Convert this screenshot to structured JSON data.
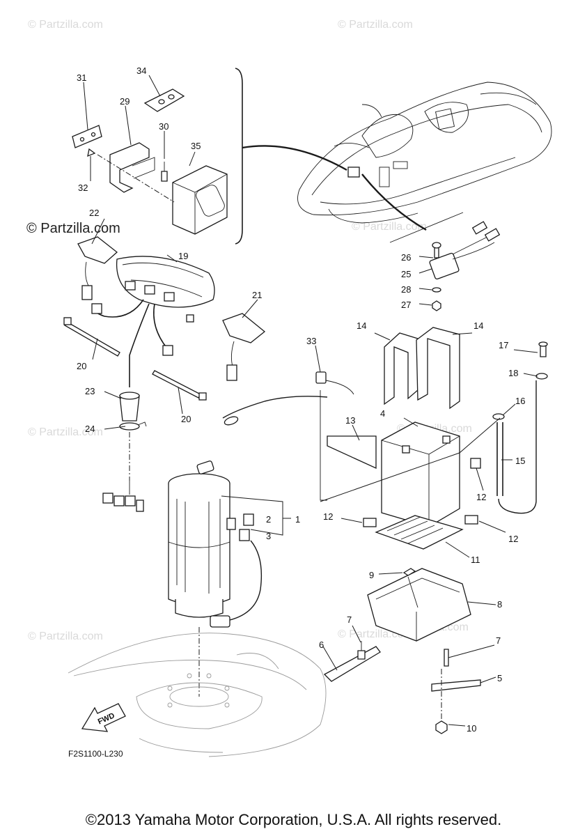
{
  "watermarks": {
    "w1": "© Partzilla.com",
    "w2": "© Partzilla.com",
    "w3": "© Partzilla.com",
    "w4": "© Partzilla.com",
    "w5": "© Partzilla.com",
    "w6": "© Partzilla.com",
    "w7": "© Partzilla.com",
    "w8": "© Partzilla.com",
    "strong": "© Partzilla.com"
  },
  "callouts": {
    "c1": "1",
    "c2": "2",
    "c3": "3",
    "c4": "4",
    "c5": "5",
    "c6": "6",
    "c7a": "7",
    "c7b": "7",
    "c8": "8",
    "c9": "9",
    "c10": "10",
    "c11": "11",
    "c12a": "12",
    "c12b": "12",
    "c12c": "12",
    "c13": "13",
    "c14a": "14",
    "c14b": "14",
    "c15": "15",
    "c16": "16",
    "c17": "17",
    "c18": "18",
    "c19": "19",
    "c20a": "20",
    "c20b": "20",
    "c21": "21",
    "c22": "22",
    "c23": "23",
    "c24": "24",
    "c25": "25",
    "c26": "26",
    "c27": "27",
    "c28": "28",
    "c29": "29",
    "c30": "30",
    "c31": "31",
    "c32": "32",
    "c33": "33",
    "c34": "34",
    "c35": "35"
  },
  "fwd_label": "FWD",
  "diagram_code": "F2S1100-L230",
  "copyright": "©2013 Yamaha Motor Corporation, U.S.A. All rights reserved."
}
